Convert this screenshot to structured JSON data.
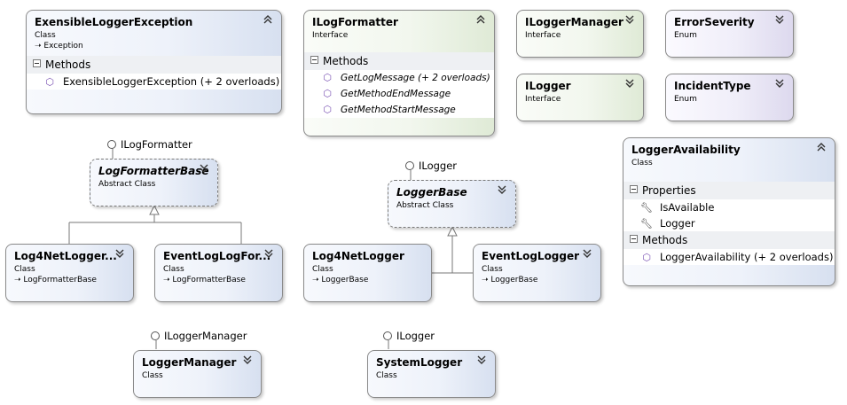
{
  "diagram": {
    "exensible_logger_exception": {
      "title": "ExensibleLoggerException",
      "stereotype": "Class",
      "base": "Exception",
      "methods_label": "Methods",
      "methods": [
        "ExensibleLoggerException (+ 2 overloads)"
      ]
    },
    "ilogformatter": {
      "title": "ILogFormatter",
      "stereotype": "Interface",
      "methods_label": "Methods",
      "methods": [
        "GetLogMessage (+ 2 overloads)",
        "GetMethodEndMessage",
        "GetMethodStartMessage"
      ]
    },
    "iloggermanager": {
      "title": "ILoggerManager",
      "stereotype": "Interface"
    },
    "error_severity": {
      "title": "ErrorSeverity",
      "stereotype": "Enum"
    },
    "ilogger": {
      "title": "ILogger",
      "stereotype": "Interface"
    },
    "incident_type": {
      "title": "IncidentType",
      "stereotype": "Enum"
    },
    "logger_availability": {
      "title": "LoggerAvailability",
      "stereotype": "Class",
      "properties_label": "Properties",
      "properties": [
        "IsAvailable",
        "Logger"
      ],
      "methods_label": "Methods",
      "methods": [
        "LoggerAvailability (+ 2 overloads)"
      ]
    },
    "log_formatter_base": {
      "title": "LogFormatterBase",
      "stereotype": "Abstract Class",
      "lollipop": "ILogFormatter"
    },
    "log4net_logger_formatter": {
      "title": "Log4NetLogger...",
      "stereotype": "Class",
      "base": "LogFormatterBase"
    },
    "eventlog_log_formatter": {
      "title": "EventLogLogFor...",
      "stereotype": "Class",
      "base": "LogFormatterBase"
    },
    "logger_base": {
      "title": "LoggerBase",
      "stereotype": "Abstract Class",
      "lollipop": "ILogger"
    },
    "log4net_logger": {
      "title": "Log4NetLogger",
      "stereotype": "Class",
      "base": "LoggerBase"
    },
    "eventlog_logger": {
      "title": "EventLogLogger",
      "stereotype": "Class",
      "base": "LoggerBase"
    },
    "logger_manager": {
      "title": "LoggerManager",
      "stereotype": "Class",
      "lollipop": "ILoggerManager"
    },
    "system_logger": {
      "title": "SystemLogger",
      "stereotype": "Class",
      "lollipop": "ILogger"
    }
  },
  "icons": {
    "expand": "chevron-double-down-icon",
    "collapse": "chevron-double-up-icon",
    "method": "method-cube-icon",
    "property": "property-wrench-icon",
    "inherits": "inherits-arrow-icon",
    "interface": "interface-lollipop-icon",
    "section_toggle": "section-collapse-icon"
  },
  "colors": {
    "class_fill": "#d7e0f0",
    "interface_fill": "#dfead6",
    "enum_fill": "#ddd9ee",
    "border": "#8a8a8a",
    "method_icon": "#7a52b3"
  }
}
